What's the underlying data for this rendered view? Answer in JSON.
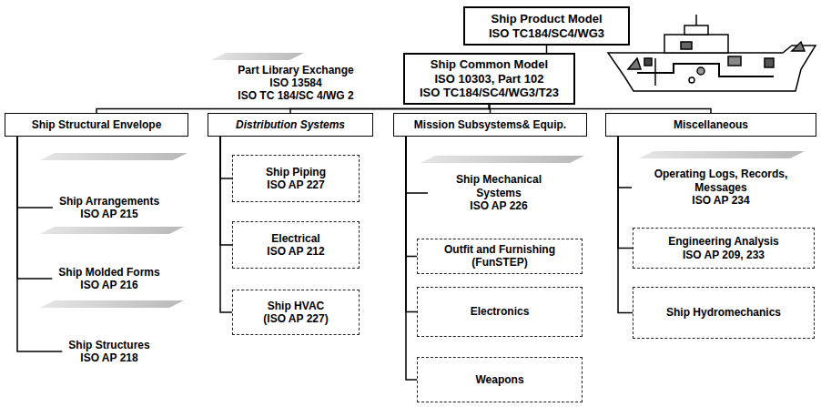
{
  "diagram": {
    "nodes": [
      {
        "text": [
          "Ship Product Model",
          "ISO TC184/SC4/WG3"
        ]
      },
      {
        "text": [
          "Ship Common Model",
          "ISO 10303, Part 102",
          "ISO TC184/SC4/WG3/T23"
        ]
      },
      {
        "text": [
          "Ship Structural Envelope"
        ]
      },
      {
        "text": [
          "Ship Arrangements",
          "ISO AP 215"
        ]
      },
      {
        "text": [
          "Ship Molded Forms",
          "ISO AP 216"
        ]
      },
      {
        "text": [
          "Ship Structures",
          "ISO AP 218"
        ]
      },
      {
        "text": [
          "Distribution Systems"
        ]
      },
      {
        "text": [
          "Ship Piping",
          "ISO AP 227"
        ]
      },
      {
        "text": [
          "Electrical",
          "ISO AP 212"
        ]
      },
      {
        "text": [
          "Ship HVAC",
          "(ISO AP 227)"
        ]
      },
      {
        "text": [
          "Mission Subsystems& Equip."
        ]
      },
      {
        "text": [
          "Ship Mechanical Systems",
          "ISO AP 226"
        ]
      },
      {
        "text": [
          "Outfit and Furnishing (FunSTEP)"
        ]
      },
      {
        "text": [
          "Electronics"
        ]
      },
      {
        "text": [
          "Weapons"
        ]
      },
      {
        "text": [
          "Miscellaneous"
        ]
      },
      {
        "text": [
          "Operating Logs, Records, Messages",
          "ISO AP 234"
        ]
      },
      {
        "text": [
          "Engineering Analysis",
          "ISO AP 209, 233"
        ]
      },
      {
        "text": [
          "Ship Hydromechanics"
        ]
      }
    ],
    "edges": [
      {
        "from": 0,
        "to": 1,
        "arrow": "none"
      },
      {
        "from": 1,
        "to": 2,
        "arrow": "none"
      },
      {
        "from": 1,
        "to": 6,
        "arrow": "none"
      },
      {
        "from": 1,
        "to": 10,
        "arrow": "none"
      },
      {
        "from": 1,
        "to": 15,
        "arrow": "none"
      },
      {
        "from": 2,
        "to": 3,
        "arrow": "none"
      },
      {
        "from": 2,
        "to": 4,
        "arrow": "none"
      },
      {
        "from": 2,
        "to": 5,
        "arrow": "none"
      },
      {
        "from": 6,
        "to": 7,
        "arrow": "none"
      },
      {
        "from": 6,
        "to": 8,
        "arrow": "none"
      },
      {
        "from": 6,
        "to": 9,
        "arrow": "none"
      },
      {
        "from": 10,
        "to": 11,
        "arrow": "none"
      },
      {
        "from": 10,
        "to": 12,
        "arrow": "none"
      },
      {
        "from": 10,
        "to": 13,
        "arrow": "none"
      },
      {
        "from": 10,
        "to": 14,
        "arrow": "none"
      },
      {
        "from": 15,
        "to": 16,
        "arrow": "none"
      },
      {
        "from": 15,
        "to": 17,
        "arrow": "none"
      },
      {
        "from": 15,
        "to": 18,
        "arrow": "none"
      }
    ],
    "labels": [
      "Part Library Exchange",
      "ISO 13584",
      "ISO TC 184/SC 4/WG 2"
    ]
  }
}
